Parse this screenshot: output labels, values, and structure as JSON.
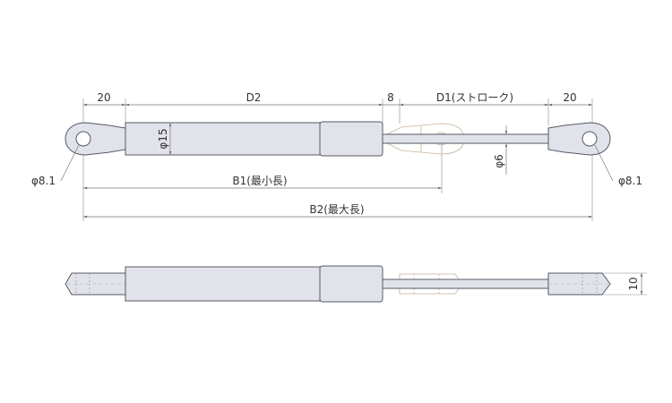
{
  "dimensions": {
    "left_eye_length": "20",
    "cylinder_length": "D2",
    "gap": "8",
    "stroke": "D1(ストローク)",
    "right_eye_length": "20",
    "cylinder_diameter": "φ15",
    "rod_diameter": "φ6",
    "left_hole": "φ8.1",
    "right_hole": "φ8.1",
    "min_length": "B1(最小長)",
    "max_length": "B2(最大長)",
    "end_thickness": "10"
  },
  "colors": {
    "body_fill": "#e2e3ea",
    "body_stroke": "#555a66",
    "dim_line": "#777777",
    "ghost_line": "#c8b49a",
    "text": "#333333"
  }
}
